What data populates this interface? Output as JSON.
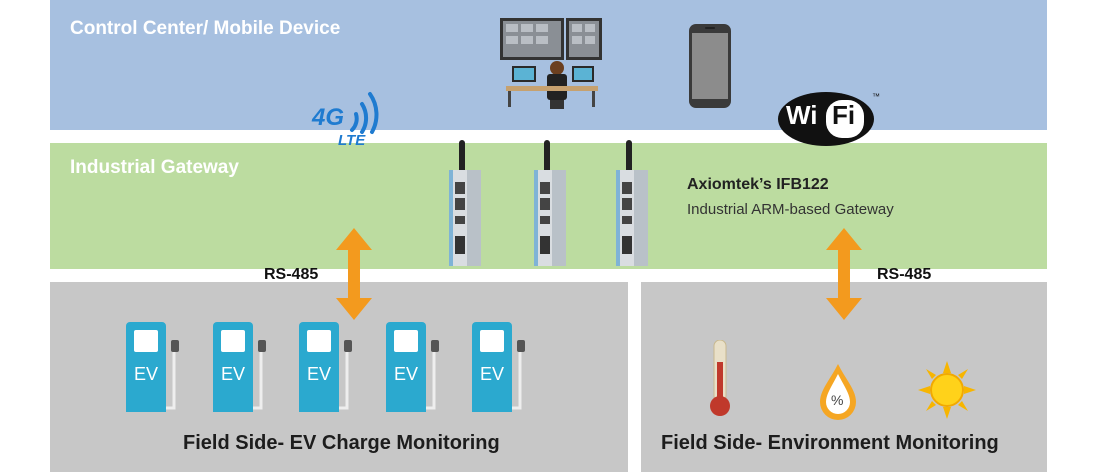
{
  "bands": {
    "control_title": "Control Center/ Mobile Device",
    "gateway_title": "Industrial Gateway"
  },
  "gateway": {
    "product_name": "Axiomtek’s IFB122",
    "product_desc": "Industrial ARM-based Gateway"
  },
  "network": {
    "cellular_top": "4G",
    "cellular_bottom": "LTE",
    "wifi_left": "Wi",
    "wifi_right": "Fi",
    "wifi_tm": "™"
  },
  "links": {
    "left_protocol": "RS-485",
    "right_protocol": "RS-485"
  },
  "ev": {
    "station_label": "EV",
    "section_title": "Field Side- EV Charge Monitoring"
  },
  "environment": {
    "humidity_symbol": "%",
    "section_title": "Field Side- Environment Monitoring"
  },
  "icons": [
    "monitoring-desk-icon",
    "smartphone-icon",
    "wifi-logo",
    "lte-signal-icon",
    "gateway-device-icon",
    "ev-charger-icon",
    "thermometer-icon",
    "humidity-drop-icon",
    "sun-icon"
  ],
  "colors": {
    "control_band": "#a7c0e0",
    "gateway_band": "#bcdca0",
    "field_band": "#c7c7c7",
    "arrow": "#f39a1e",
    "ev_station": "#2ba9cf",
    "lte_blue": "#1f7bd0"
  }
}
